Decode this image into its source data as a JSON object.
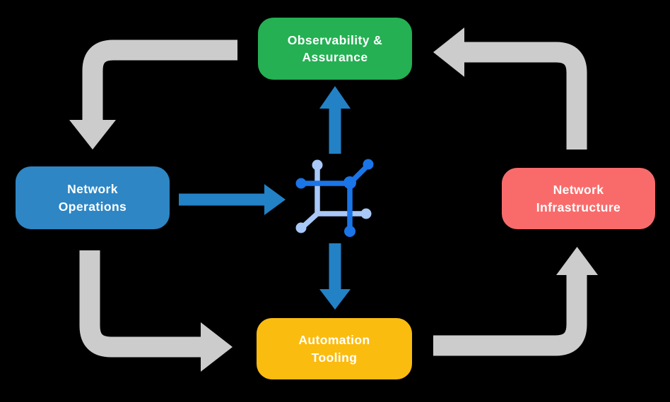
{
  "background_color": "#000000",
  "nodes": {
    "observability": {
      "label": "Observability &\nAssurance",
      "color": "#24B053",
      "text_color": "#FFFFFF"
    },
    "operations": {
      "label": "Network\nOperations",
      "color": "#2E86C4",
      "text_color": "#FFFFFF"
    },
    "infrastructure": {
      "label": "Network\nInfrastructure",
      "color": "#F96B6B",
      "text_color": "#FFFFFF"
    },
    "tooling": {
      "label": "Automation\nTooling",
      "color": "#FBBC10",
      "text_color": "#FFFFFF"
    }
  },
  "center_icon": {
    "name": "network-automation-icon",
    "dark_color": "#1A75E8",
    "light_color": "#A8C8F8"
  },
  "arrows": {
    "cycle_color": "#CCCCCC",
    "flow_color": "#2381C6"
  }
}
